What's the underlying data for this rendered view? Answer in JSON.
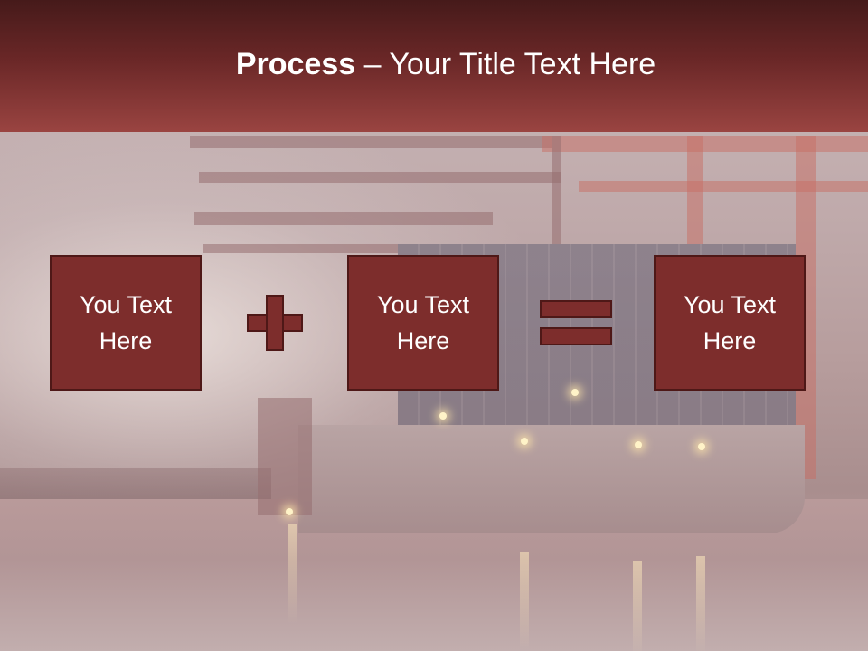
{
  "slide": {
    "title_bold": "Process",
    "title_rest": " – Your Title Text Here",
    "boxes": [
      {
        "label": "You Text\nHere"
      },
      {
        "label": "You Text\nHere"
      },
      {
        "label": "You Text\nHere"
      }
    ],
    "operators": [
      "plus-icon",
      "equals-icon"
    ],
    "colors": {
      "title_bar_top": "#461a1a",
      "title_bar_bottom": "#9a4441",
      "box_fill": "#7d2d2c",
      "box_border": "#4e1817",
      "title_text": "#ffffff"
    }
  }
}
